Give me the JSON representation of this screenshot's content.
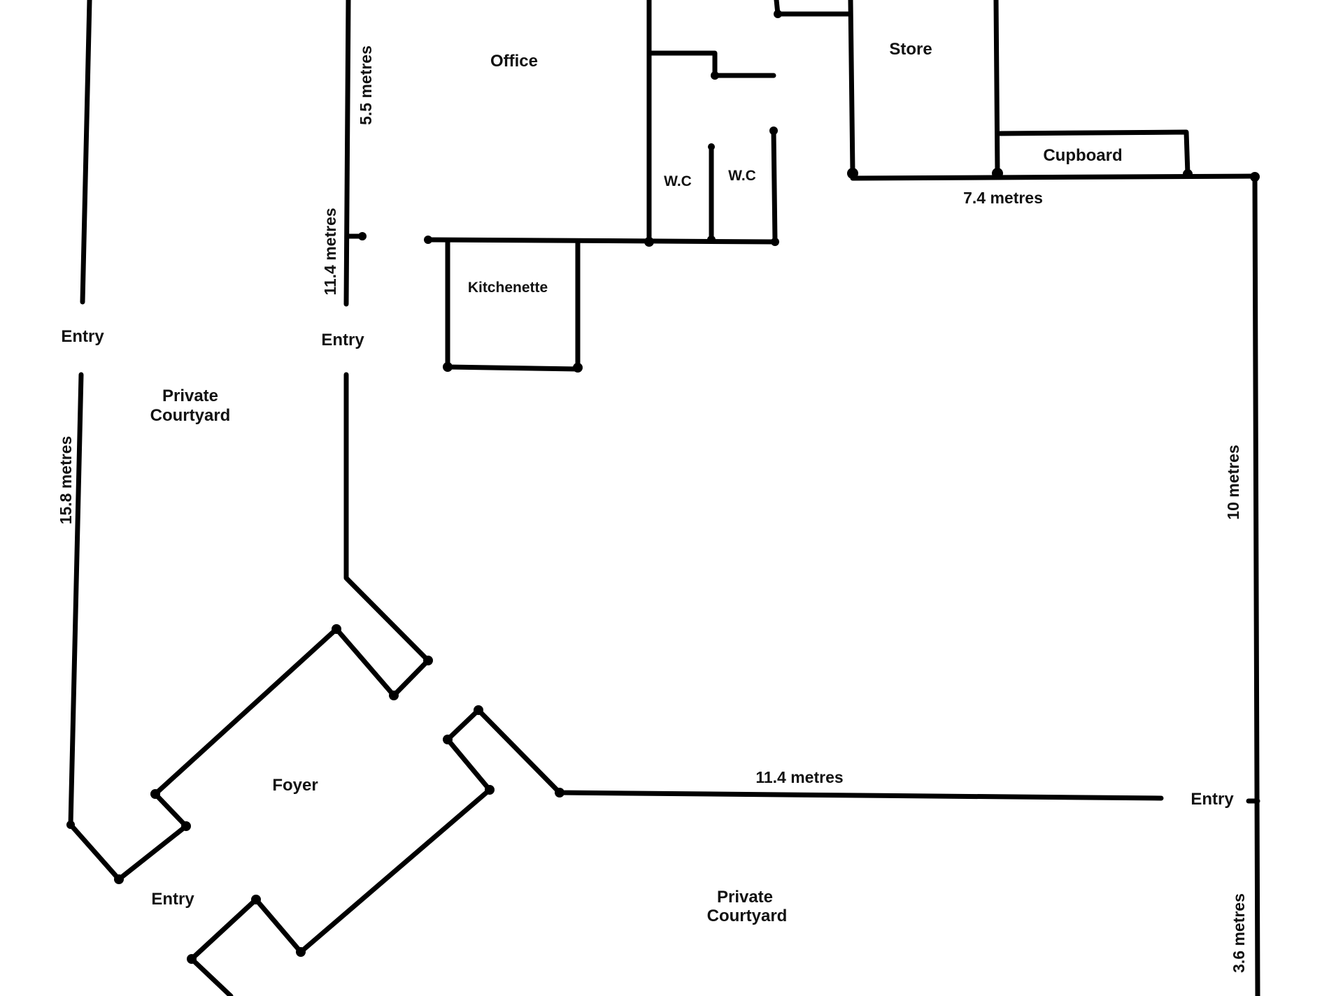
{
  "plan": {
    "rooms": {
      "office": "Office",
      "store": "Store",
      "cupboard": "Cupboard",
      "wc_left": "W.C",
      "wc_right": "W.C",
      "kitchenette": "Kitchenette",
      "foyer": "Foyer",
      "courtyard_left_line1": "Private",
      "courtyard_left_line2": "Courtyard",
      "courtyard_bottom_line1": "Private",
      "courtyard_bottom_line2": "Courtyard"
    },
    "entries": {
      "left_outer": "Entry",
      "left_inner": "Entry",
      "foyer": "Entry",
      "right": "Entry"
    },
    "dimensions": {
      "office_side": "5.5 metres",
      "inner_wall": "11.4 metres",
      "store_bottom": "7.4 metres",
      "left_wall": "15.8 metres",
      "right_wall": "10 metres",
      "courtyard_wall": "11.4 metres",
      "right_lower": "3.6 metres"
    }
  }
}
